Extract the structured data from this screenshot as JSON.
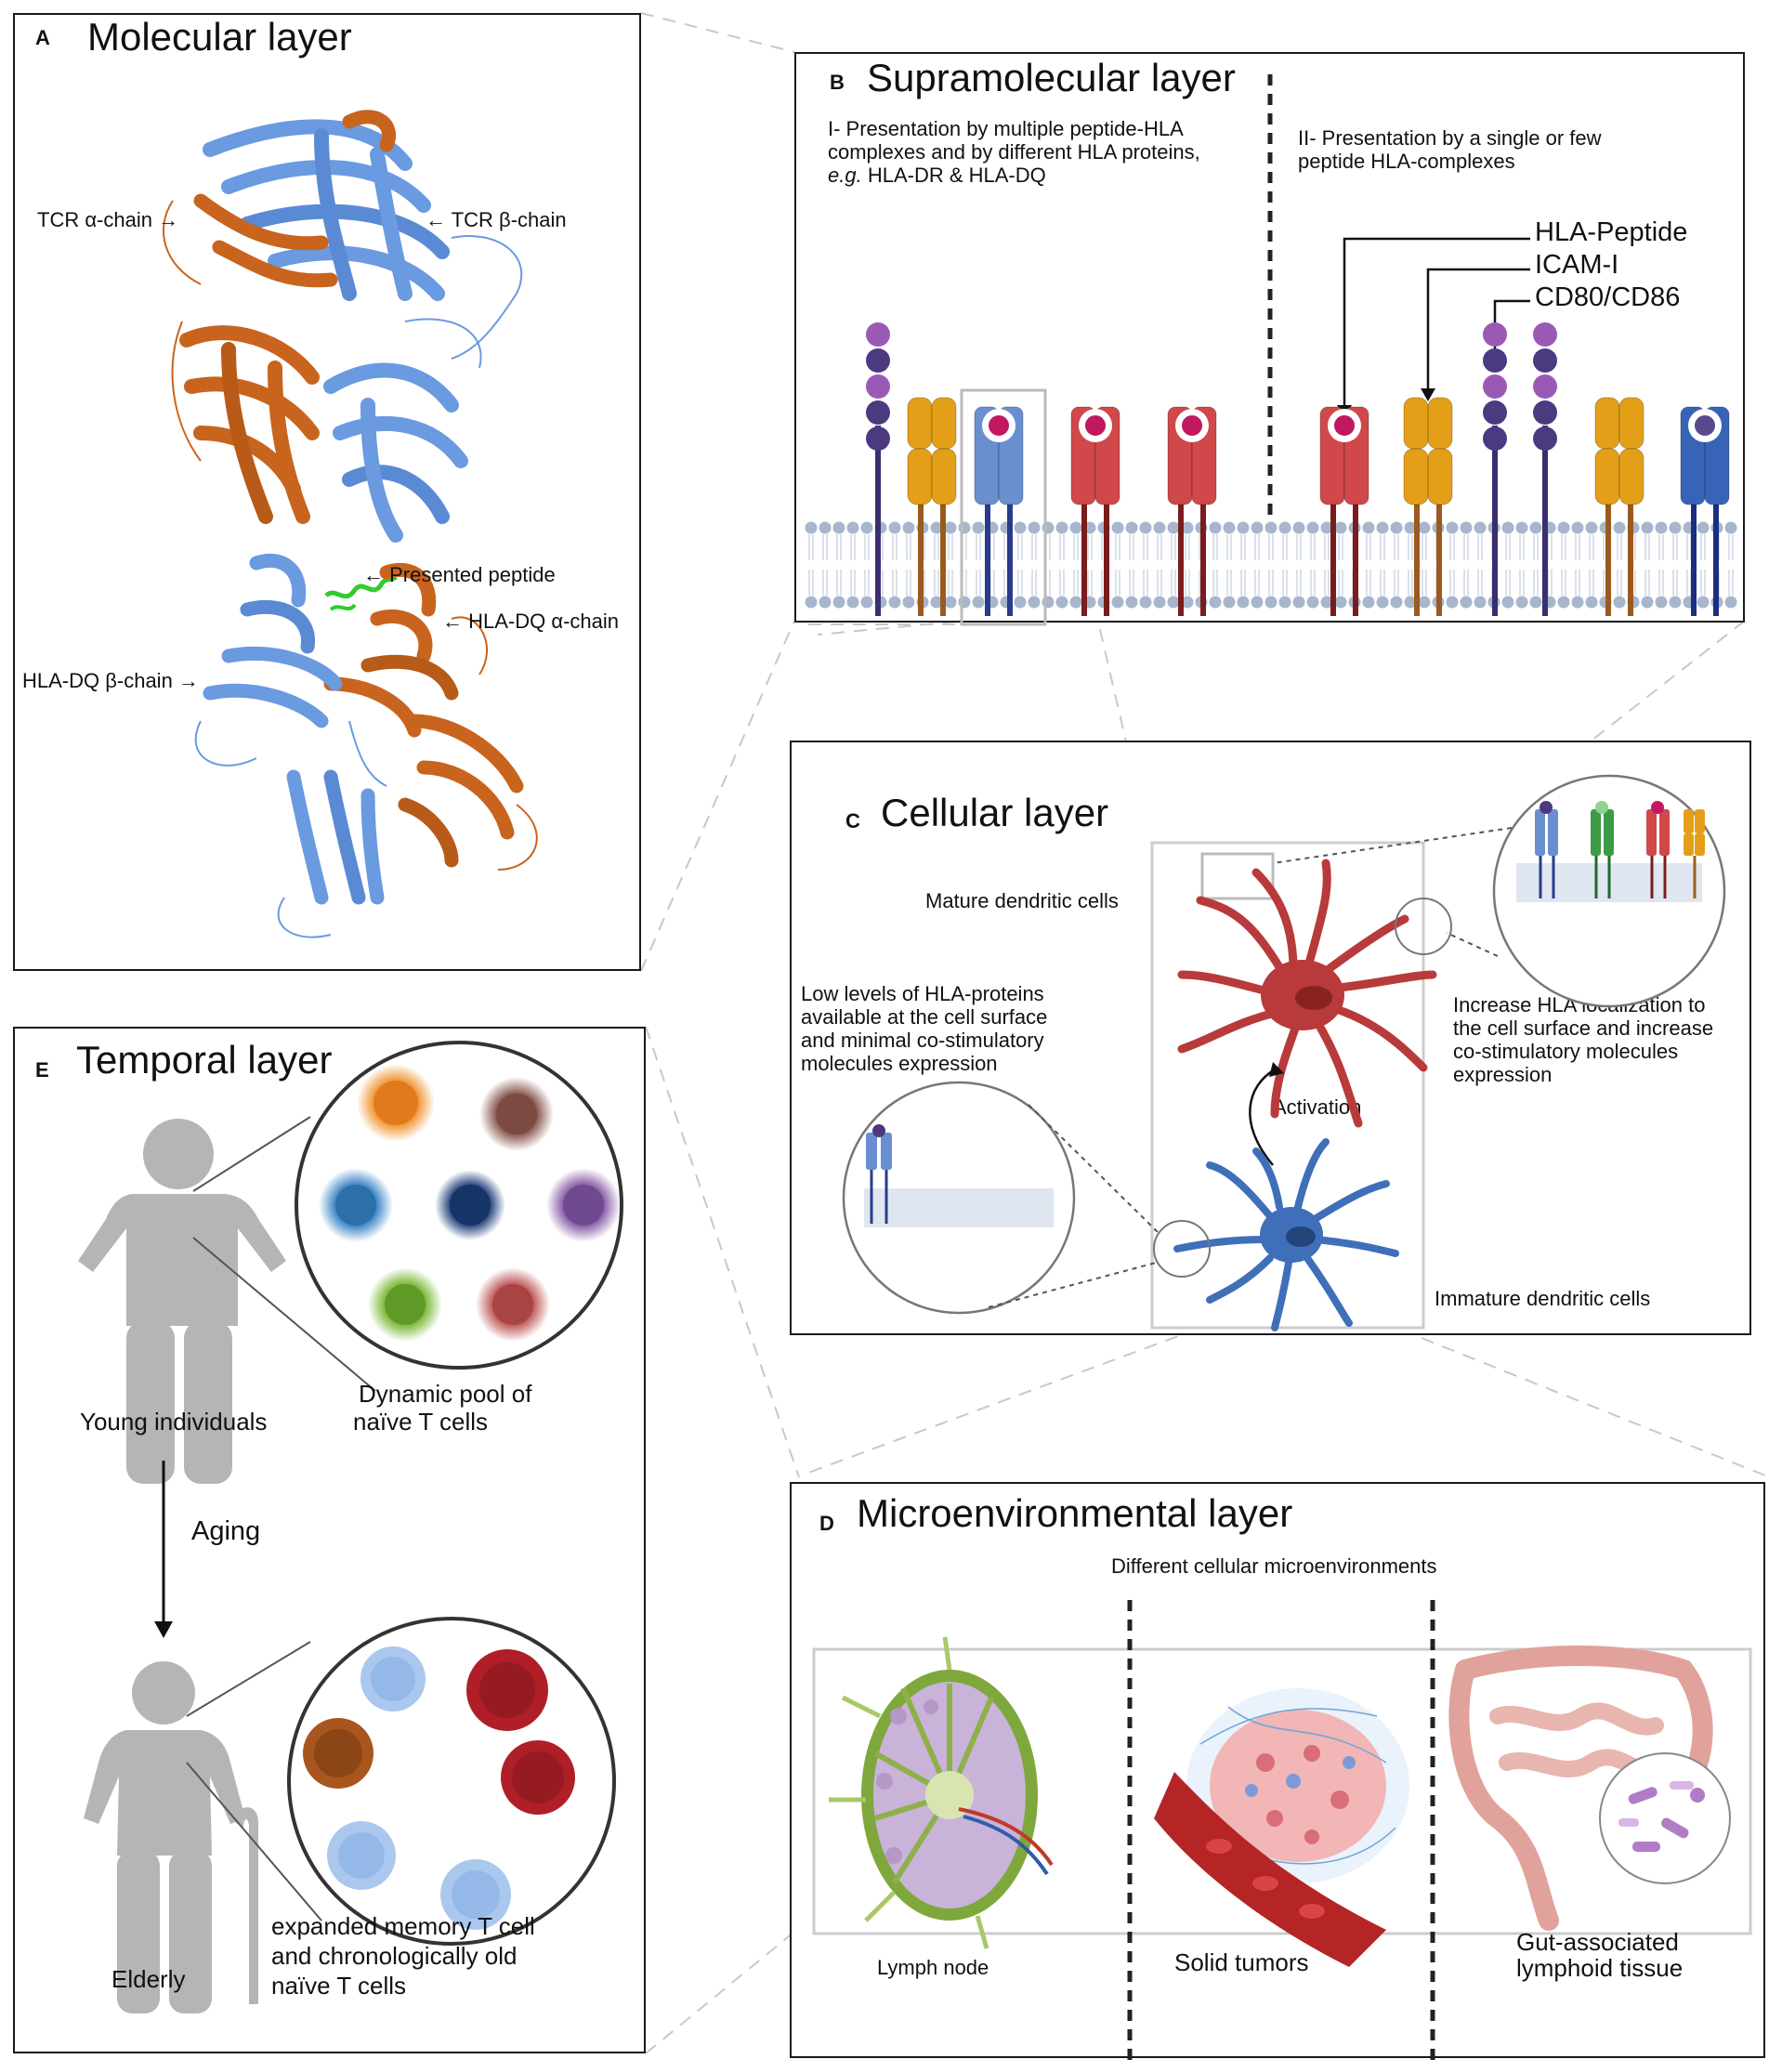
{
  "panel_a": {
    "label": "A",
    "title": "Molecular layer",
    "tcr_alpha": "TCR α-chain →",
    "tcr_beta": "← TCR β-chain",
    "peptide": "← Presented peptide",
    "hla_alpha": "← HLA-DQ α-chain",
    "hla_beta": "HLA-DQ β-chain →"
  },
  "panel_b": {
    "label": "B",
    "title": "Supramolecular layer",
    "left_text": [
      "I- Presentation by multiple peptide-HLA",
      "complexes and by different HLA proteins,"
    ],
    "left_eg": "e.g.",
    "left_eg_rest": " HLA-DR & HLA-DQ",
    "right_text": [
      "II- Presentation by a single or few",
      "peptide HLA-complexes"
    ],
    "legend": [
      "HLA-Peptide",
      "ICAM-I",
      "CD80/CD86"
    ]
  },
  "panel_c": {
    "label": "C",
    "title": "Cellular layer",
    "mature": "Mature dendritic cells",
    "immature": "Immature dendritic cells",
    "activation": "Activation",
    "low_text": [
      "Low levels of HLA-proteins",
      "available at the cell surface",
      "and minimal co-stimulatory",
      "molecules expression"
    ],
    "high_text": [
      "Increase HLA localization to",
      "the cell surface and increase",
      "co-stimulatory molecules",
      "expression"
    ]
  },
  "panel_d": {
    "label": "D",
    "title": "Microenvironmental layer",
    "subtitle": "Different cellular microenvironments",
    "lymph": "Lymph node",
    "tumor": "Solid tumors",
    "galt": [
      "Gut-associated",
      "lymphoid tissue"
    ]
  },
  "panel_e": {
    "label": "E",
    "title": "Temporal layer",
    "young": "Young individuals",
    "pool": [
      "Dynamic pool of",
      "naïve  T cells"
    ],
    "aging": "Aging",
    "elderly": "Elderly",
    "expanded": [
      "expanded memory T cell",
      "and chronologically old",
      "naïve T cells"
    ]
  },
  "colors": {
    "tcr_alpha_orange": "#c8641e",
    "beta_blue": "#6a9ae0",
    "peptide_green": "#2ecc2e",
    "hla_red": "#d0484a",
    "icam_orange": "#e39f18",
    "cd80_purple": "#9b59b6",
    "dc_mature": "#b83a3a",
    "dc_immature": "#3f6fb8",
    "person_gray": "#b5b5b5"
  }
}
